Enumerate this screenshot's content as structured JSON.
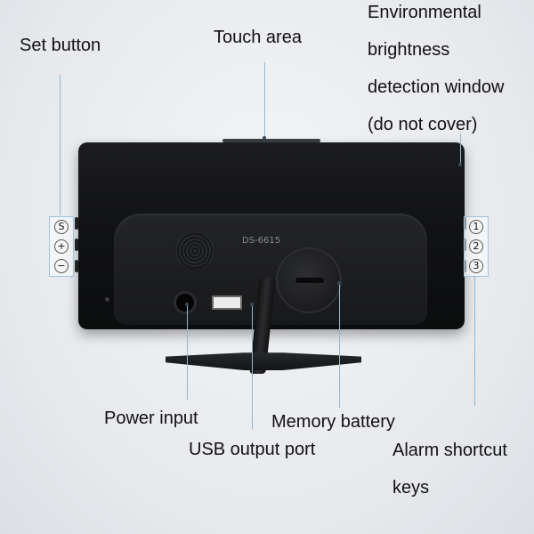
{
  "labels": {
    "set_button": "Set button",
    "touch_area": "Touch area",
    "env_lines": [
      "Environmental",
      "brightness",
      "detection window",
      "(do not cover)"
    ],
    "power_input": "Power input",
    "memory_battery": "Memory battery",
    "usb_output": "USB output port",
    "alarm_lines": [
      "Alarm shortcut",
      "keys"
    ]
  },
  "device": {
    "model": "DS-6615"
  },
  "set_keys": [
    "S",
    "+",
    "−"
  ],
  "alarm_keys": [
    "1",
    "2",
    "3"
  ],
  "colors": {
    "leader": "#8fb8d8",
    "device": "#141517"
  }
}
